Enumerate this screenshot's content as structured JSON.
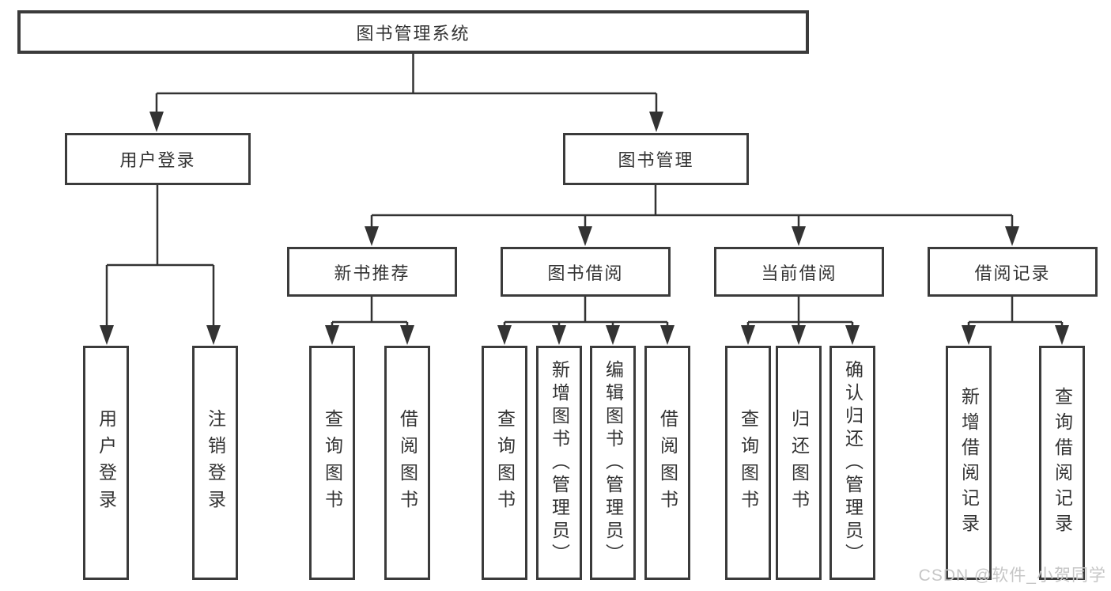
{
  "diagram": {
    "title": "图书管理系统",
    "level2": {
      "user_login": "用户登录",
      "book_mgmt": "图书管理"
    },
    "level3": {
      "new_books": "新书推荐",
      "borrowing": "图书借阅",
      "current": "当前借阅",
      "records": "借阅记录"
    },
    "leaves": {
      "login": [
        "用户登录",
        "注销登录"
      ],
      "new_books": [
        "查询图书",
        "借阅图书"
      ],
      "borrowing": [
        "查询图书",
        "新增图书（管理员）",
        "编辑图书（管理员）",
        "借阅图书"
      ],
      "current": [
        "查询图书",
        "归还图书",
        "确认归还（管理员）"
      ],
      "records": [
        "新增借阅记录",
        "查询借阅记录"
      ]
    }
  },
  "watermark": {
    "text": "CSDN @软件_小贺同学"
  },
  "colors": {
    "line": "#333333",
    "border": "#3b3b3b",
    "text": "#333333",
    "watermark": "#c6c6c6",
    "background": "#ffffff"
  }
}
